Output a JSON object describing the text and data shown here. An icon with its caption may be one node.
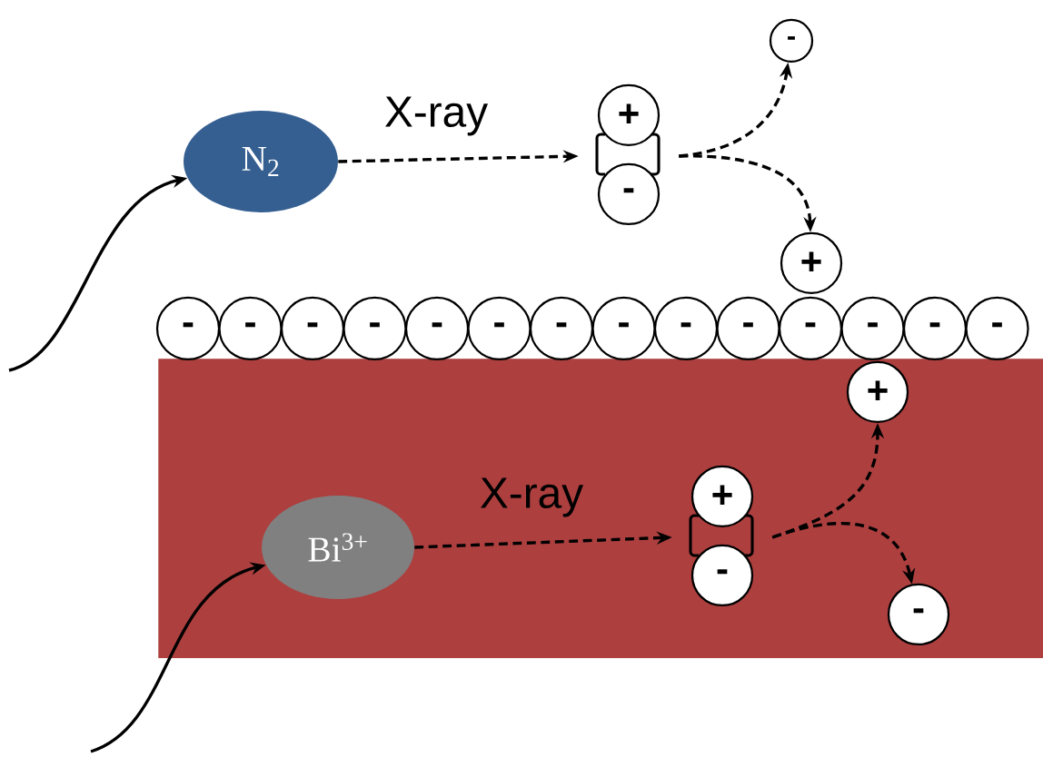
{
  "diagram": {
    "nodes": [
      {
        "text": [
          "N$_{2}$"
        ]
      },
      {
        "text": [
          "+",
          "-"
        ]
      },
      {
        "text": [
          "-"
        ]
      },
      {
        "text": [
          "+"
        ]
      },
      {
        "text": [
          "-"
        ]
      },
      {
        "text": [
          "-"
        ]
      },
      {
        "text": [
          "-"
        ]
      },
      {
        "text": [
          "-"
        ]
      },
      {
        "text": [
          "-"
        ]
      },
      {
        "text": [
          "-"
        ]
      },
      {
        "text": [
          "-"
        ]
      },
      {
        "text": [
          "-"
        ]
      },
      {
        "text": [
          "-"
        ]
      },
      {
        "text": [
          "-"
        ]
      },
      {
        "text": [
          "-"
        ]
      },
      {
        "text": [
          "-"
        ]
      },
      {
        "text": [
          "-"
        ]
      },
      {
        "text": [
          "-"
        ]
      },
      {
        "text": [],
        "shape": "box"
      },
      {
        "text": [
          "Bi$^{3+}$"
        ],
        "in": 18
      },
      {
        "text": [
          "+",
          "-"
        ],
        "in": 18
      },
      {
        "text": [
          "+"
        ],
        "in": 18
      },
      {
        "text": [
          "-"
        ],
        "in": 18
      }
    ],
    "edges": [
      {
        "from": null,
        "to": 0,
        "arrow": "to"
      },
      {
        "from": 0,
        "to": 1,
        "arrow": "to",
        "style": "dashed",
        "label": "X-ray"
      },
      {
        "from": 1,
        "to": 2,
        "arrow": "to",
        "style": "dashed"
      },
      {
        "from": 1,
        "to": 3,
        "arrow": "to",
        "style": "dashed"
      },
      {
        "from": null,
        "to": 19,
        "arrow": "to"
      },
      {
        "from": 19,
        "to": 20,
        "arrow": "to",
        "style": "dashed",
        "label": "X-ray"
      },
      {
        "from": 20,
        "to": 21,
        "arrow": "to",
        "style": "dashed"
      },
      {
        "from": 20,
        "to": 22,
        "arrow": "to",
        "style": "dashed"
      }
    ]
  }
}
